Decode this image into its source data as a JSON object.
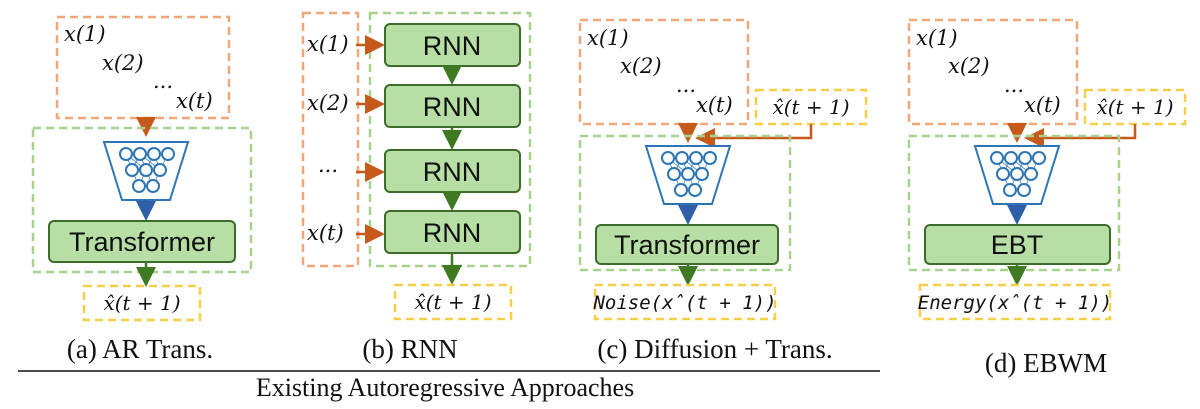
{
  "colors": {
    "input_border": "#f0a87a",
    "block_border": "#a9d18e",
    "output_border": "#f5cf4a",
    "block_fill": "#b7dfa5",
    "block_stroke": "#3d6b2a",
    "arrow_orange": "#c55a1a",
    "arrow_green": "#3f7a22",
    "arrow_blue": "#2e5fa8",
    "network_blue": "#2e75b6"
  },
  "panels": {
    "ar": {
      "inputs": [
        "x(1)",
        "x(2)",
        "...",
        "x(t)"
      ],
      "block_label": "Transformer",
      "output": "x̂(t + 1)",
      "caption": "(a) AR Trans."
    },
    "rnn": {
      "inputs": [
        "x(1)",
        "x(2)",
        "...",
        "x(t)"
      ],
      "cell_labels": [
        "RNN",
        "RNN",
        "RNN",
        "RNN"
      ],
      "output": "x̂(t + 1)",
      "caption": "(b) RNN"
    },
    "diffusion": {
      "inputs": [
        "x(1)",
        "x(2)",
        "...",
        "x(t)"
      ],
      "candidate": "x̂(t + 1)",
      "block_label": "Transformer",
      "output": "Noise(x̂(t + 1))",
      "caption": "(c) Diffusion + Trans."
    },
    "ebwm": {
      "inputs": [
        "x(1)",
        "x(2)",
        "...",
        "x(t)"
      ],
      "candidate": "x̂(t + 1)",
      "block_label": "EBT",
      "output": "Energy(x̂(t + 1))",
      "caption": "(d) EBWM"
    }
  },
  "footer": "Existing Autoregressive Approaches"
}
